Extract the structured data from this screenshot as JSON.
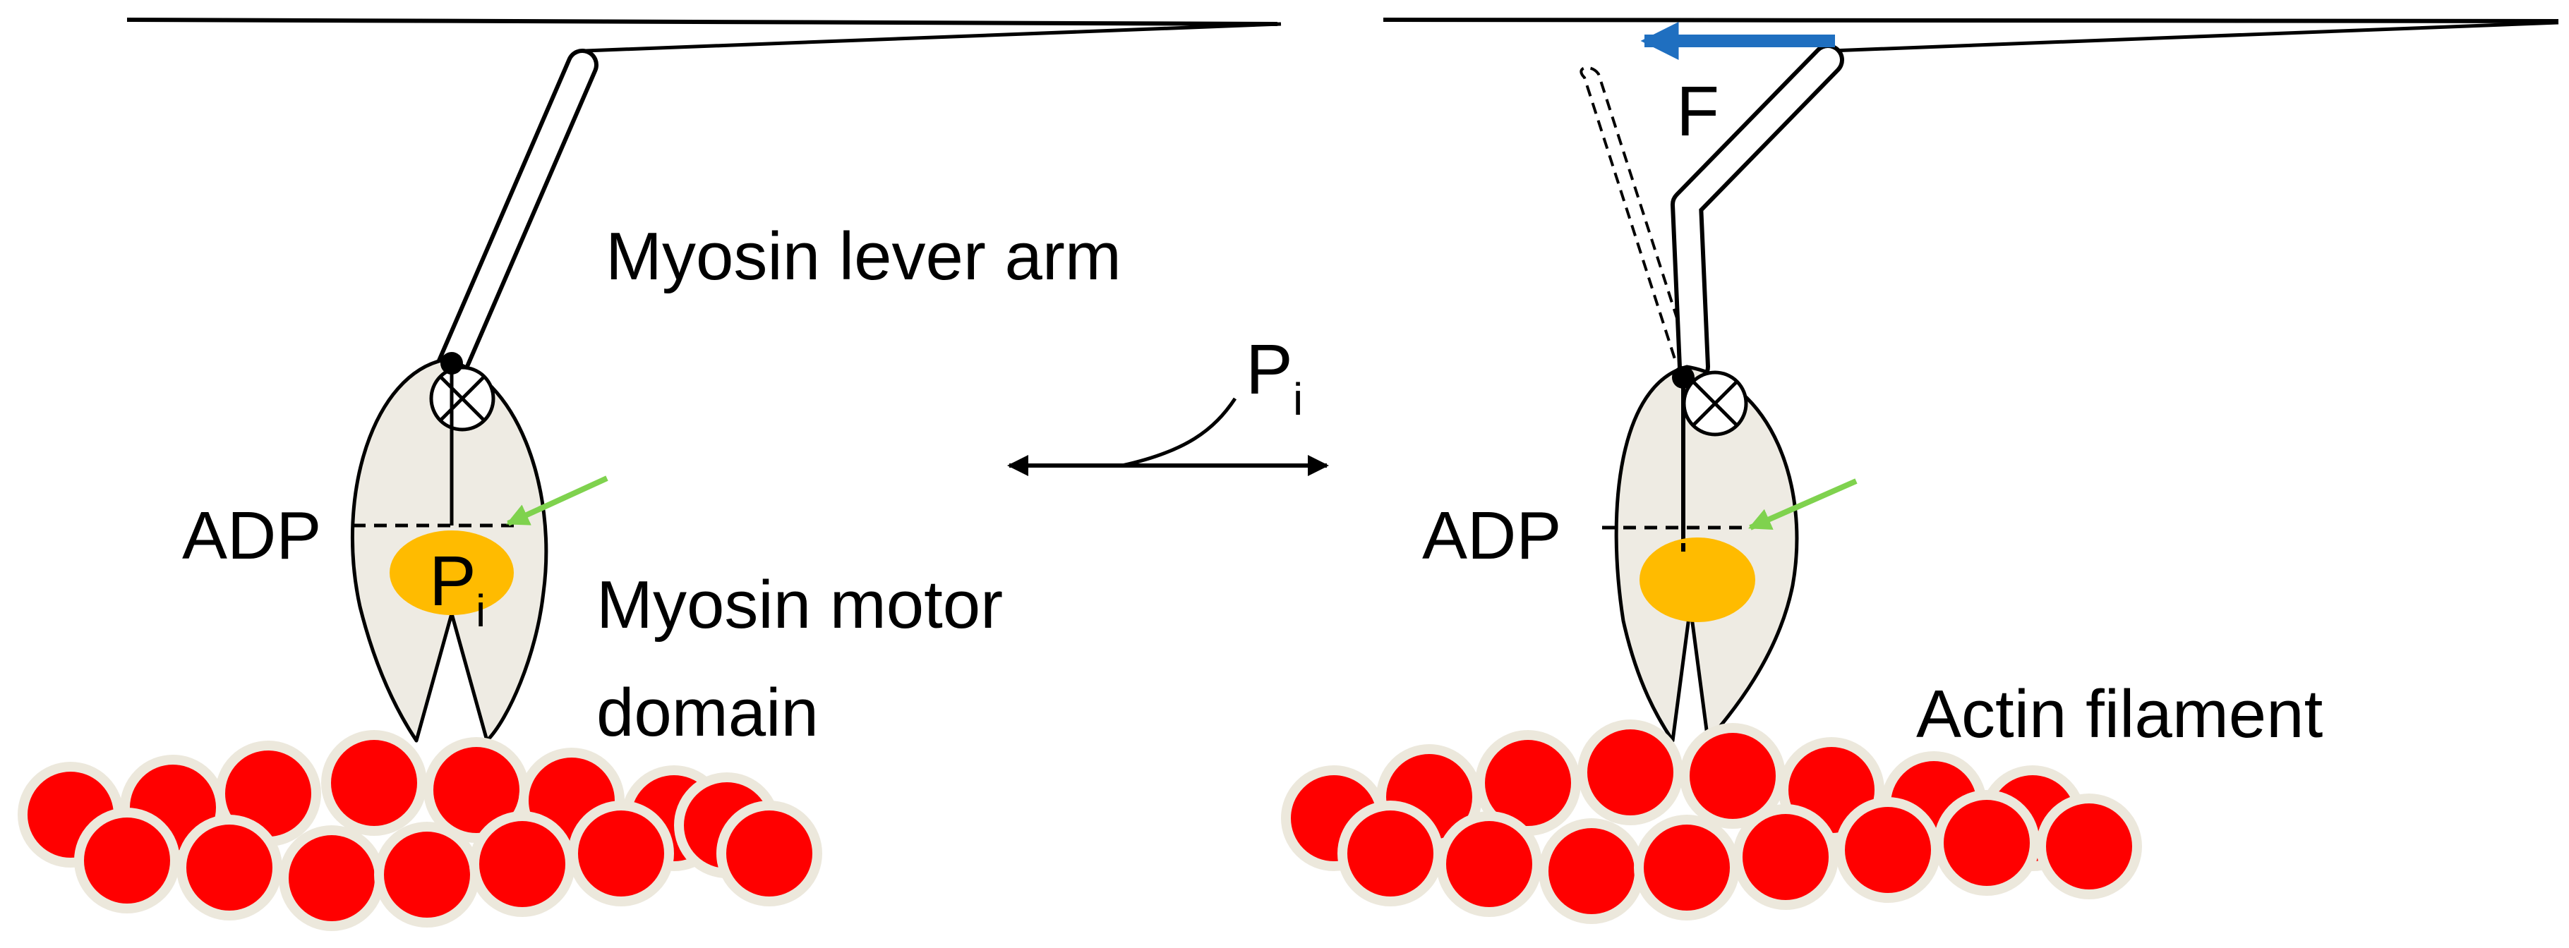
{
  "labels": {
    "lever_arm": "Myosin lever arm",
    "motor_domain_line1": "Myosin motor",
    "motor_domain_line2": "domain",
    "actin_filament": "Actin filament",
    "adp_left": "ADP",
    "adp_right": "ADP",
    "phosphate_main": "P",
    "phosphate_sub": "i",
    "release_main": "P",
    "release_sub": "i",
    "force": "F"
  },
  "colors": {
    "actin_bead": "#ff0000",
    "actin_halo": "#ece8dc",
    "motor_body": "#eeebe3",
    "phosphate": "#ffbb00",
    "binding_arrow": "#7fd24e",
    "force_arrow": "#1f6fc0",
    "stroke": "#000000"
  }
}
